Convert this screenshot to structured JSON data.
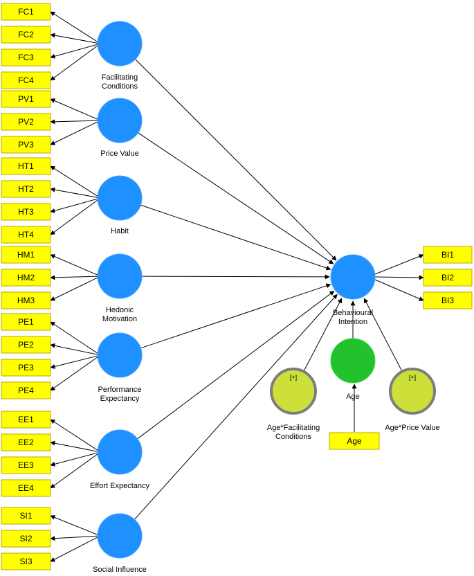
{
  "diagram": {
    "colors": {
      "latent": "#1e90ff",
      "latent_stroke": "#4aa3ff",
      "age": "#22c22e",
      "moderator": "#cde03a",
      "moderator_ring": "#7d7d7d",
      "indicator_fill": "#ffff00",
      "indicator_stroke": "#b8a800",
      "arrow": "#000000"
    },
    "constructs": [
      {
        "id": "fc",
        "label_lines": [
          "Facilitating",
          "Conditions"
        ],
        "indicators": [
          "FC1",
          "FC2",
          "FC3",
          "FC4"
        ]
      },
      {
        "id": "pv",
        "label_lines": [
          "Price Value"
        ],
        "indicators": [
          "PV1",
          "PV2",
          "PV3"
        ]
      },
      {
        "id": "ht",
        "label_lines": [
          "Habit"
        ],
        "indicators": [
          "HT1",
          "HT2",
          "HT3",
          "HT4"
        ]
      },
      {
        "id": "hm",
        "label_lines": [
          "Hedonic",
          "Motivation"
        ],
        "indicators": [
          "HM1",
          "HM2",
          "HM3"
        ]
      },
      {
        "id": "pe",
        "label_lines": [
          "Performance",
          "Expectancy"
        ],
        "indicators": [
          "PE1",
          "PE2",
          "PE3",
          "PE4"
        ]
      },
      {
        "id": "ee",
        "label_lines": [
          "Effort Expectancy"
        ],
        "indicators": [
          "EE1",
          "EE2",
          "EE3",
          "EE4"
        ]
      },
      {
        "id": "si",
        "label_lines": [
          "Social Influence"
        ],
        "indicators": [
          "SI1",
          "SI2",
          "SI3"
        ]
      }
    ],
    "target": {
      "id": "bi",
      "label_lines": [
        "Behavioural",
        "Intention"
      ],
      "indicators": [
        "BI1",
        "BI2",
        "BI3"
      ]
    },
    "age": {
      "label": "Age",
      "indicator": "Age"
    },
    "moderators": [
      {
        "id": "age-fc",
        "label_lines": [
          "Age*Facilitating",
          "Conditions"
        ],
        "badge": "[+]"
      },
      {
        "id": "age-pv",
        "label_lines": [
          "Age*Price Value"
        ],
        "badge": "[+]"
      }
    ]
  }
}
